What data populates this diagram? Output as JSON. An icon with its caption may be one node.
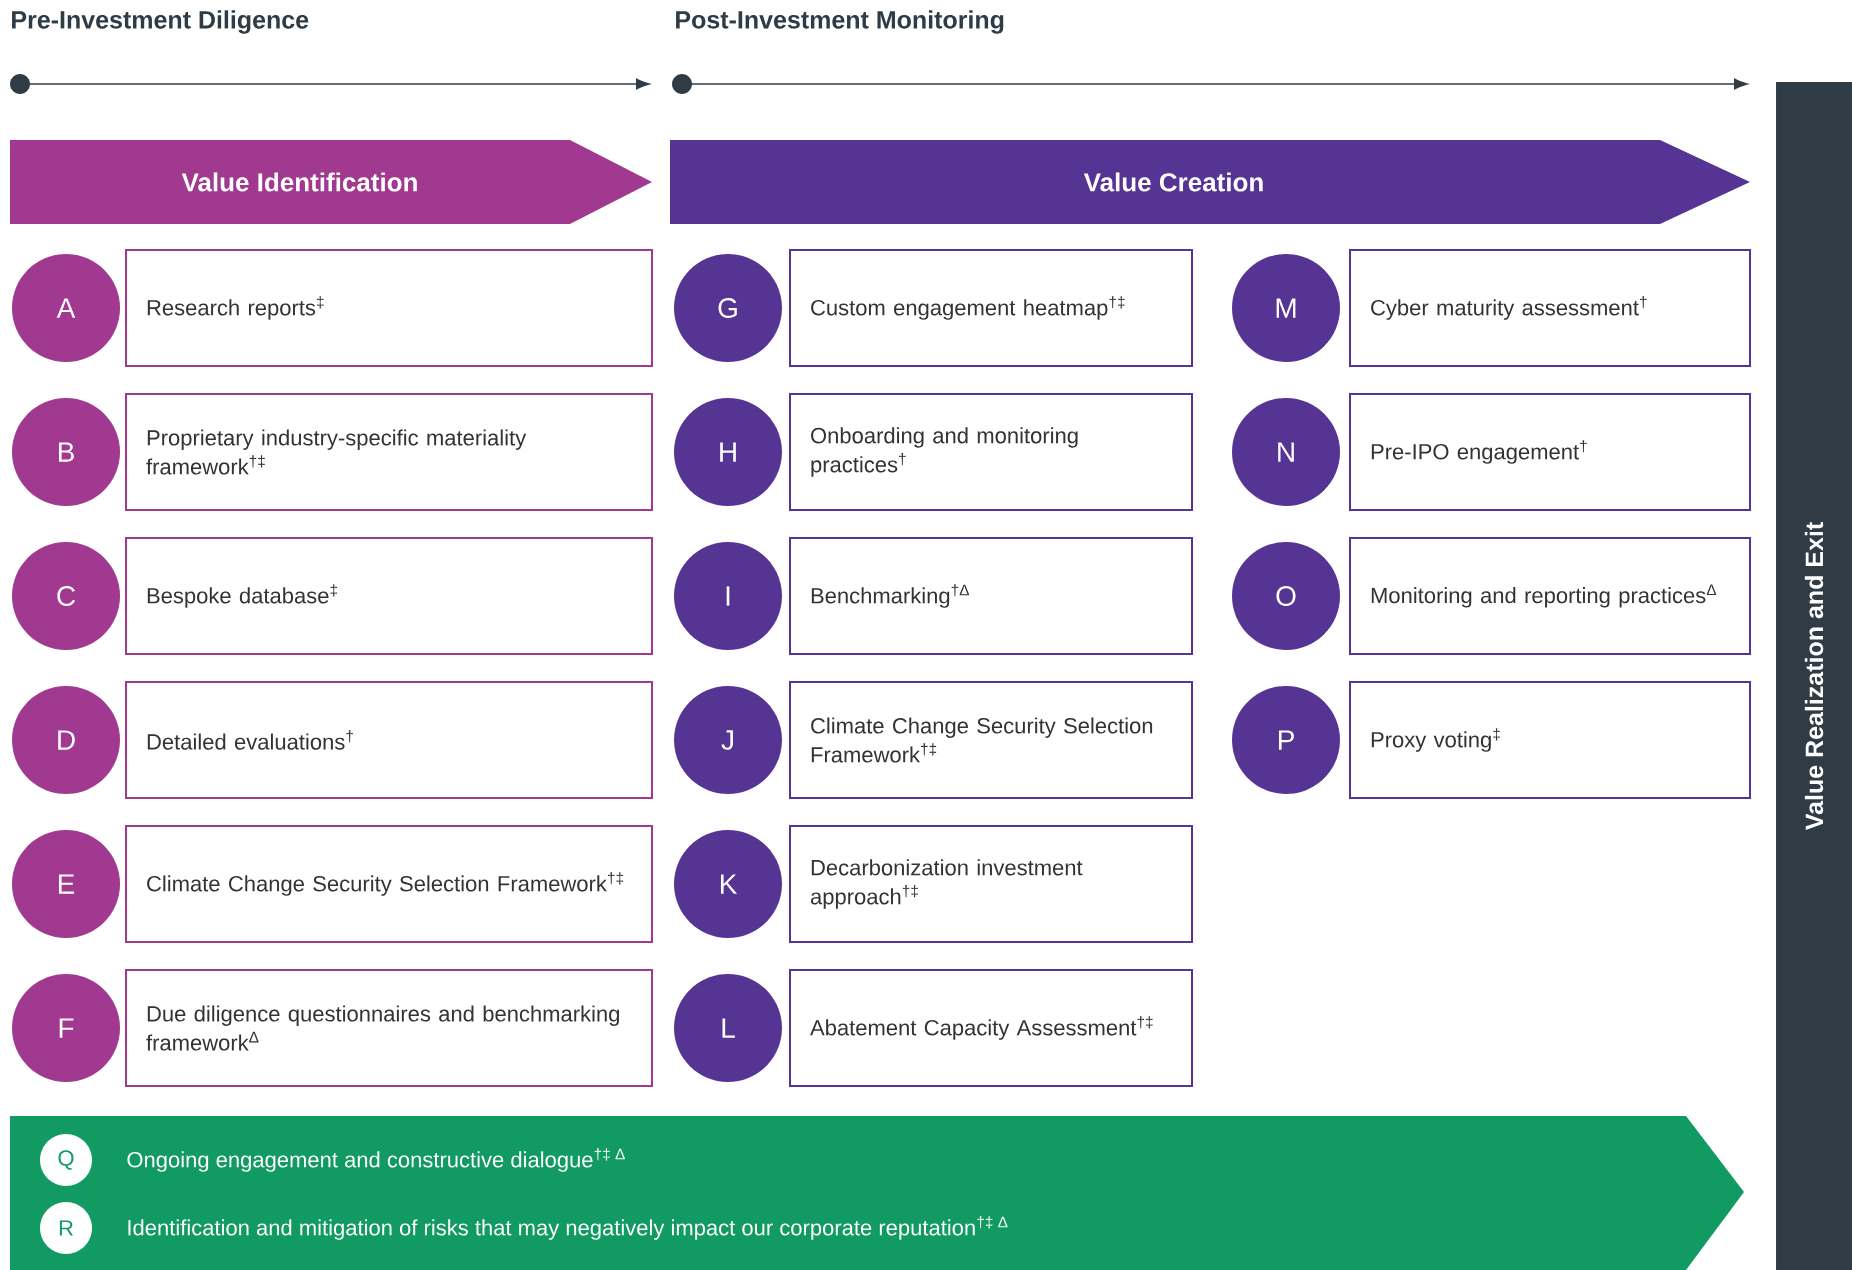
{
  "diagram": {
    "labels": [
      "Pre-Investment Diligence",
      "Post-Investment Monitoring"
    ],
    "nodes": [
      {
        "text": [
          "Value Identification"
        ]
      },
      {
        "text": [
          "Value Creation"
        ]
      },
      {
        "text": [
          "Value Realization and Exit"
        ]
      },
      {
        "text": [
          "A"
        ]
      },
      {
        "text": [
          "Research reports$^{‡}$"
        ]
      },
      {
        "text": [
          "B"
        ]
      },
      {
        "text": [
          "Proprietary industry-specific materiality framework$^{†‡}$"
        ]
      },
      {
        "text": [
          "C"
        ]
      },
      {
        "text": [
          "Bespoke database$^{‡}$"
        ]
      },
      {
        "text": [
          "D"
        ]
      },
      {
        "text": [
          "Detailed evaluations$^{†}$"
        ]
      },
      {
        "text": [
          "E"
        ]
      },
      {
        "text": [
          "Climate Change Security Selection Framework$^{†‡}$"
        ]
      },
      {
        "text": [
          "F"
        ]
      },
      {
        "text": [
          "Due diligence questionnaires and benchmarking framework$^{Δ}$"
        ]
      },
      {
        "text": [
          "G"
        ]
      },
      {
        "text": [
          "Custom engagement heatmap$^{†‡}$"
        ]
      },
      {
        "text": [
          "H"
        ]
      },
      {
        "text": [
          "Onboarding and monitoring practices$^{†}$"
        ]
      },
      {
        "text": [
          "I"
        ]
      },
      {
        "text": [
          "Benchmarking$^{†Δ}$"
        ]
      },
      {
        "text": [
          "J"
        ]
      },
      {
        "text": [
          "Climate Change Security Selection Framework$^{†‡}$"
        ]
      },
      {
        "text": [
          "K"
        ]
      },
      {
        "text": [
          "Decarbonization investment approach$^{†‡}$"
        ]
      },
      {
        "text": [
          "L"
        ]
      },
      {
        "text": [
          "Abatement Capacity Assessment$^{†‡}$"
        ]
      },
      {
        "text": [
          "M"
        ]
      },
      {
        "text": [
          "Cyber maturity assessment$^{†}$"
        ]
      },
      {
        "text": [
          "N"
        ]
      },
      {
        "text": [
          "Pre-IPO engagement$^{†}$"
        ]
      },
      {
        "text": [
          "O"
        ]
      },
      {
        "text": [
          "Monitoring and reporting practices$^{Δ}$"
        ]
      },
      {
        "text": [
          "P"
        ]
      },
      {
        "text": [
          "Proxy voting$^{‡}$"
        ]
      },
      {
        "text": [],
        "shape": "band"
      },
      {
        "text": [
          "Q"
        ],
        "in": 35
      },
      {
        "text": [
          "Ongoing engagement and constructive dialogue$^{†‡ Δ}$"
        ],
        "in": 35
      },
      {
        "text": [
          "R"
        ],
        "in": 35
      },
      {
        "text": [
          "Identification and mitigation of risks that may negatively impact our corporate reputation$^{†‡ Δ}$"
        ],
        "in": 35
      }
    ]
  }
}
